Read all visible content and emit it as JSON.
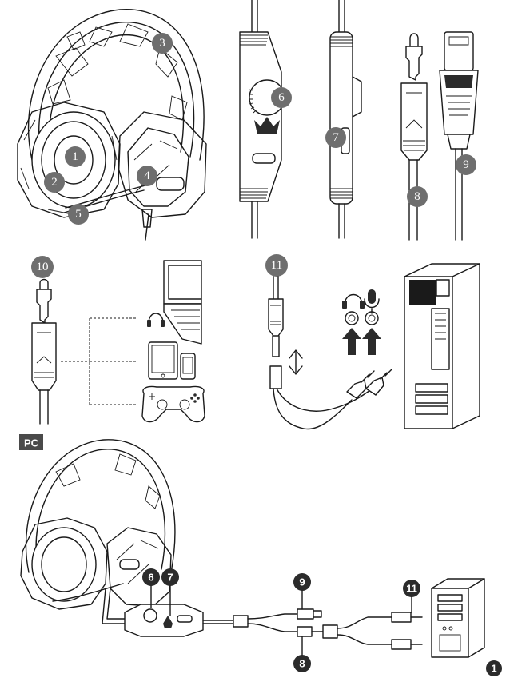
{
  "markers": {
    "m1": "1",
    "m2": "2",
    "m3": "3",
    "m4": "4",
    "m5": "5",
    "m6": "6",
    "m7": "7",
    "m8": "8",
    "m9": "9",
    "m10": "10",
    "m11": "11",
    "pc_m6": "6",
    "pc_m7": "7",
    "pc_m8": "8",
    "pc_m9": "9",
    "pc_m11": "11"
  },
  "section_label": "PC",
  "page_number": "1",
  "icons": [
    "headset-illustration",
    "volume-wheel-control",
    "mic-mute-switch",
    "3.5mm-plug",
    "usb-plug",
    "laptop",
    "tablet",
    "phone",
    "game-controller",
    "splitter-cable",
    "headphone-icon",
    "microphone-icon",
    "double-arrow-icon",
    "pc-tower"
  ],
  "colors": {
    "marker_fill": "#6e6e6e",
    "marker_dark": "#2b2b2b",
    "line": "#1a1a1a"
  }
}
